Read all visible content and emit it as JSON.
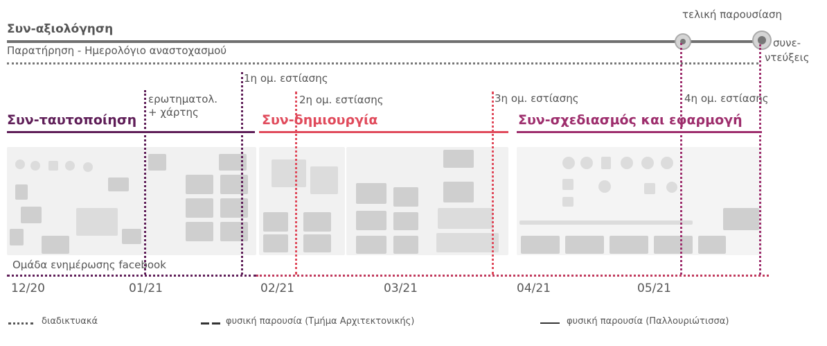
{
  "top": {
    "coeval_label": "Συν-αξιολόγηση",
    "observation_label": "Παρατήρηση - Ημερολόγιο αναστοχασμού",
    "final_presentation": "τελική παρουσίαση",
    "interviews_line1": "συνε-",
    "interviews_line2": "ντεύξεις"
  },
  "events": {
    "focus1": "1η ομ. εστίασης",
    "questionnaire_line1": "ερωτηματολ.",
    "questionnaire_line2": "+ χάρτης",
    "focus2": "2η ομ. εστίασης",
    "focus3": "3η ομ. εστίασης",
    "focus4": "4η ομ. εστίασης"
  },
  "phases": [
    {
      "label": "Συν-ταυτοποίηση",
      "color": "#5e1d57"
    },
    {
      "label": "Συν-δημιουργία",
      "color": "#e04a5b"
    },
    {
      "label": "Συν-σχεδιασμός και εφαρμογή",
      "color": "#9d2d6c"
    }
  ],
  "facebook_label": "Ομάδα ενημέρωσης facebook",
  "dates": [
    "12/20",
    "01/21",
    "02/21",
    "03/21",
    "04/21",
    "05/21"
  ],
  "legend": {
    "online": "διαδικτυακά",
    "physical_arch": "φυσική παρουσία (Τμήμα Αρχιτεκτονικής)",
    "physical_pall": "φυσική παρουσία (Παλλουριώτισσα)"
  },
  "colors": {
    "gray": "#6e6e6e",
    "purple_dark": "#5e1d57",
    "red": "#e04a5b",
    "magenta": "#9d2d6c"
  }
}
